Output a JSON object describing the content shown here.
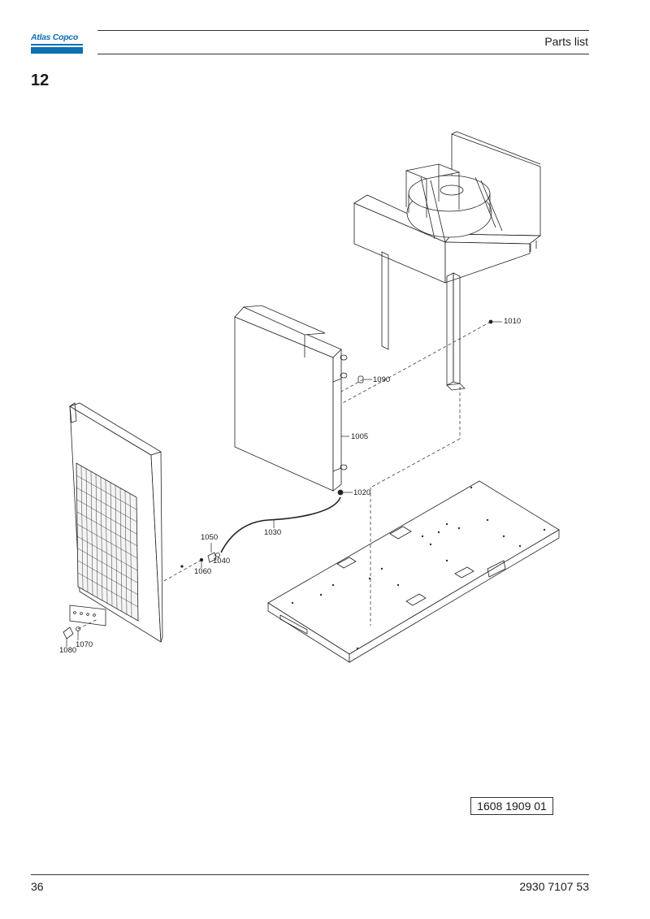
{
  "header": {
    "brand": "Atlas Copco",
    "title": "Parts list"
  },
  "section_number": "12",
  "callouts": {
    "c1005": "1005",
    "c1010": "1010",
    "c1020": "1020",
    "c1030": "1030",
    "c1040": "1040",
    "c1050": "1050",
    "c1060": "1060",
    "c1070": "1070",
    "c1080": "1080",
    "c1090": "1090"
  },
  "figure_id": "1608 1909 01",
  "footer": {
    "page_number": "36",
    "document_number": "2930 7107 53"
  },
  "colors": {
    "brand_blue": "#0f6fb5",
    "line": "#1a1a1a"
  }
}
